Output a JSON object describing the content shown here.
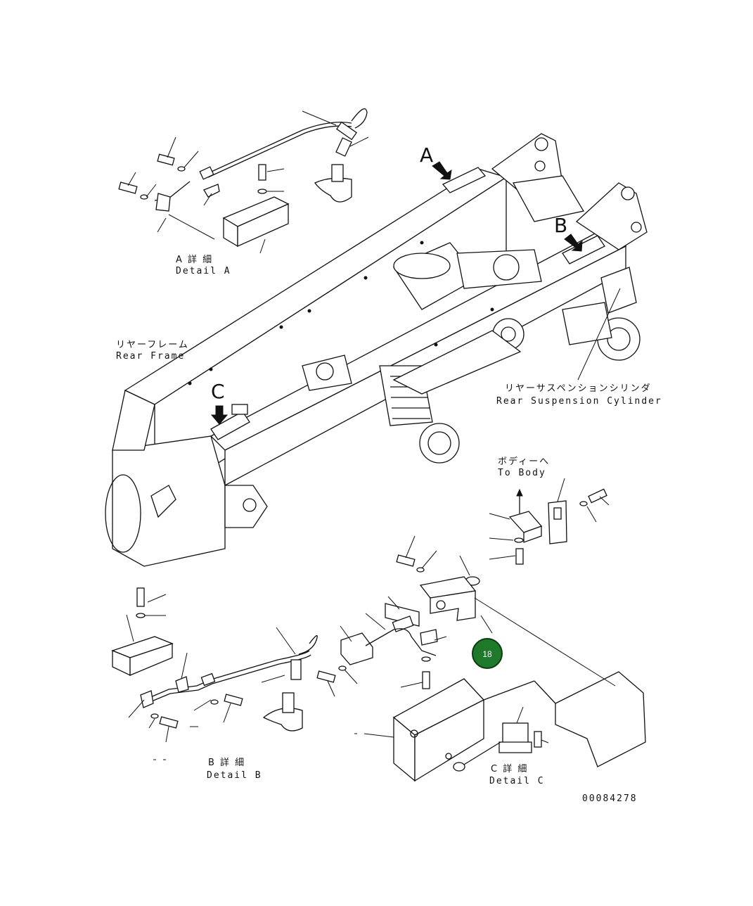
{
  "drawing_number": "00084278",
  "callouts": {
    "detail_a_letter": "A",
    "detail_b_letter": "B",
    "detail_c_letter": "C",
    "item_marker": "18"
  },
  "labels": {
    "detail_a_jp": "A 詳 細",
    "detail_a_en": "Detail A",
    "detail_b_jp": "B 詳 細",
    "detail_b_en": "Detail B",
    "detail_c_jp": "C 詳 細",
    "detail_c_en": "Detail C",
    "rear_frame_jp": "リヤーフレーム",
    "rear_frame_en": "Rear Frame",
    "rear_susp_jp": "リヤーサスペンションシリンダ",
    "rear_susp_en": "Rear Suspension Cylinder",
    "to_body_jp": "ボディーへ",
    "to_body_en": "To Body"
  },
  "colors": {
    "line": "#111111",
    "marker_fill": "#1e7a2a",
    "marker_ring": "#0c3d12",
    "marker_text": "#ffffff"
  }
}
